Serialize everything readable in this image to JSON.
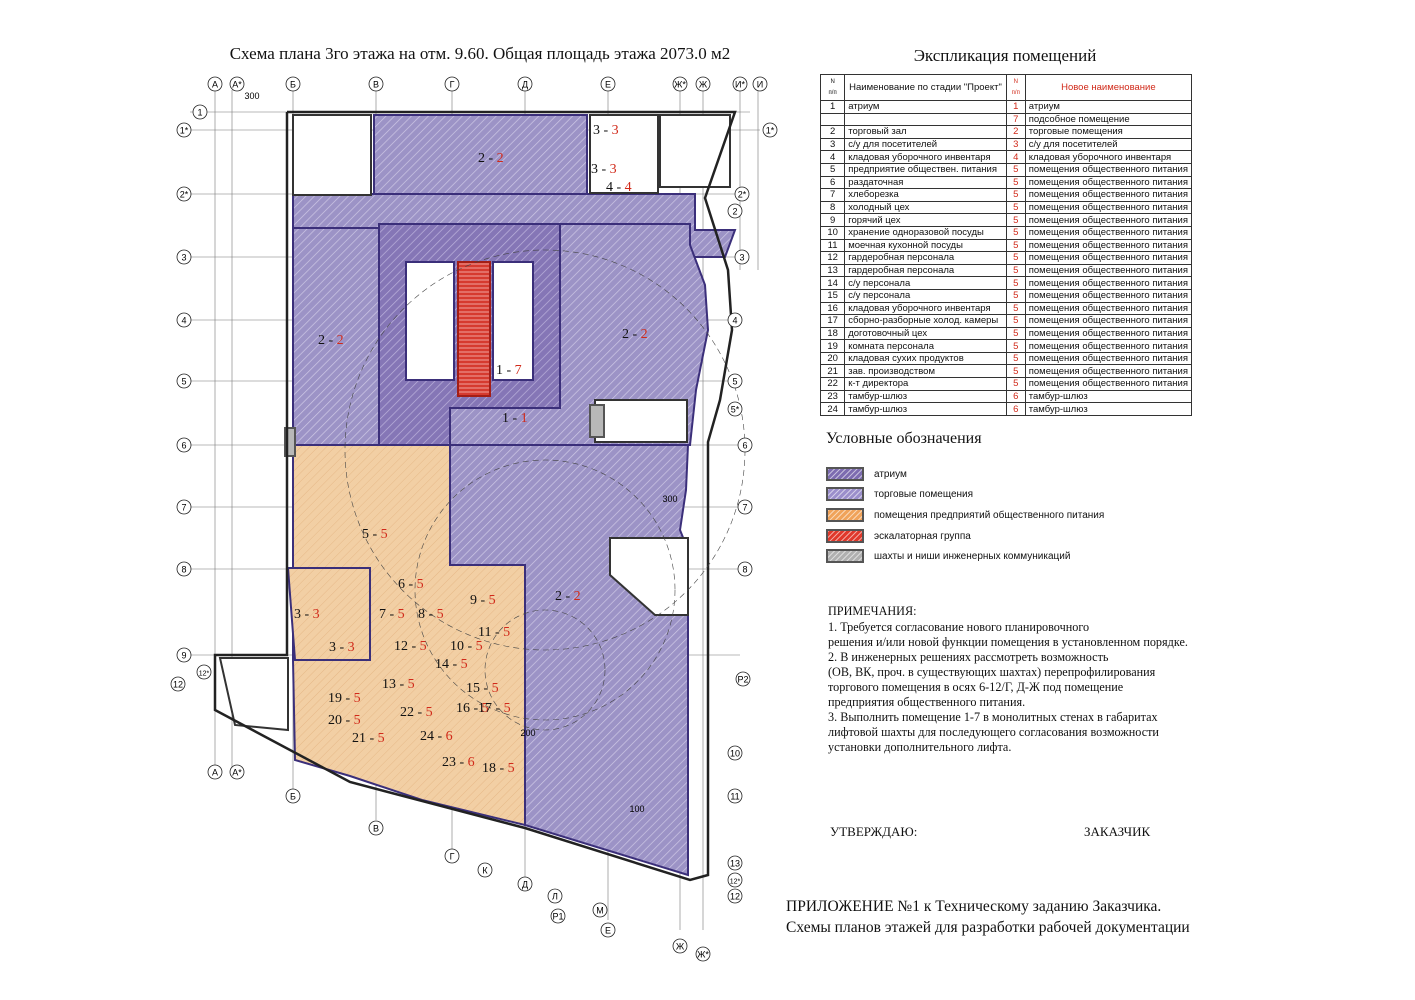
{
  "plan": {
    "title": "Схема плана 3го этажа на отм. 9.60. Общая площадь этажа 2073.0 м2",
    "axes_top": [
      "А",
      "А*",
      "Б",
      "В",
      "Г",
      "Д",
      "Е",
      "Ж*",
      "Ж",
      "И*",
      "И"
    ],
    "axes_bottom": [
      "А",
      "А*",
      "Б",
      "В",
      "Г",
      "К",
      "Д",
      "Л",
      "Р1",
      "М",
      "Е",
      "Ж",
      "Ж*"
    ],
    "axes_left": [
      "1",
      "1*",
      "2*",
      "3",
      "4",
      "5",
      "6",
      "7",
      "8",
      "9",
      "12*",
      "12"
    ],
    "axes_right": [
      "1*",
      "2*",
      "2",
      "3",
      "4",
      "5",
      "5*",
      "6",
      "7",
      "8",
      "Р2",
      "10",
      "11",
      "13",
      "12*",
      "12"
    ],
    "dims": [
      "300",
      "300",
      "200",
      "100"
    ],
    "rooms": [
      {
        "num": "2",
        "code": "2"
      },
      {
        "num": "2",
        "code": "2"
      },
      {
        "num": "2",
        "code": "2"
      },
      {
        "num": "2",
        "code": "2"
      },
      {
        "num": "1",
        "code": "7"
      },
      {
        "num": "1",
        "code": "1"
      },
      {
        "num": "3",
        "code": "3"
      },
      {
        "num": "3",
        "code": "3"
      },
      {
        "num": "4",
        "code": "4"
      },
      {
        "num": "5",
        "code": "5"
      },
      {
        "num": "6",
        "code": "5"
      },
      {
        "num": "7",
        "code": "5"
      },
      {
        "num": "8",
        "code": "5"
      },
      {
        "num": "9",
        "code": "5"
      },
      {
        "num": "10",
        "code": "5"
      },
      {
        "num": "11",
        "code": "5"
      },
      {
        "num": "12",
        "code": "5"
      },
      {
        "num": "13",
        "code": "5"
      },
      {
        "num": "14",
        "code": "5"
      },
      {
        "num": "15",
        "code": "5"
      },
      {
        "num": "16",
        "code": "5"
      },
      {
        "num": "17",
        "code": "5"
      },
      {
        "num": "18",
        "code": "5"
      },
      {
        "num": "19",
        "code": "5"
      },
      {
        "num": "20",
        "code": "5"
      },
      {
        "num": "21",
        "code": "5"
      },
      {
        "num": "22",
        "code": "5"
      },
      {
        "num": "23",
        "code": "6"
      },
      {
        "num": "24",
        "code": "6"
      },
      {
        "num": "3",
        "code": "3"
      },
      {
        "num": "3",
        "code": "3"
      }
    ],
    "colors": {
      "atrium": "#8b7fb8",
      "trade": "#9c93c6",
      "food": "#f2cfa4",
      "escalator": "#d63a2f",
      "shafts": "#b8b8b8",
      "red_text": "#d12a1a"
    }
  },
  "explication": {
    "title": "Экспликация помещений",
    "headers": {
      "num": "N",
      "num_sub": "п/п",
      "name": "Наименование по стадии \"Проект\"",
      "new_num": "N",
      "new_num_sub": "п/п",
      "new_name": "Новое наименование"
    },
    "rows": [
      {
        "n": "1",
        "name": "атриум",
        "nn": "1",
        "new": "атриум"
      },
      {
        "n": "",
        "name": "",
        "nn": "7",
        "new": "подсобное помещение"
      },
      {
        "n": "2",
        "name": "торговый зал",
        "nn": "2",
        "new": "торговые помещения"
      },
      {
        "n": "3",
        "name": "с/у для посетителей",
        "nn": "3",
        "new": "с/у для посетителей"
      },
      {
        "n": "4",
        "name": "кладовая уборочного инвентаря",
        "nn": "4",
        "new": "кладовая уборочного инвентаря"
      },
      {
        "n": "5",
        "name": "предприятие обществен. питания",
        "nn": "5",
        "new": "помещения общественного питания"
      },
      {
        "n": "6",
        "name": "раздаточная",
        "nn": "5",
        "new": "помещения общественного питания"
      },
      {
        "n": "7",
        "name": "хлеборезка",
        "nn": "5",
        "new": "помещения общественного питания"
      },
      {
        "n": "8",
        "name": "холодный цех",
        "nn": "5",
        "new": "помещения общественного питания"
      },
      {
        "n": "9",
        "name": "горячий цех",
        "nn": "5",
        "new": "помещения общественного питания"
      },
      {
        "n": "10",
        "name": "хранение одноразовой посуды",
        "nn": "5",
        "new": "помещения общественного питания"
      },
      {
        "n": "11",
        "name": "моечная кухонной посуды",
        "nn": "5",
        "new": "помещения общественного питания"
      },
      {
        "n": "12",
        "name": "гардеробная персонала",
        "nn": "5",
        "new": "помещения общественного питания"
      },
      {
        "n": "13",
        "name": "гардеробная персонала",
        "nn": "5",
        "new": "помещения общественного питания"
      },
      {
        "n": "14",
        "name": "с/у персонала",
        "nn": "5",
        "new": "помещения общественного питания"
      },
      {
        "n": "15",
        "name": "с/у персонала",
        "nn": "5",
        "new": "помещения общественного питания"
      },
      {
        "n": "16",
        "name": "кладовая уборочного инвентаря",
        "nn": "5",
        "new": "помещения общественного питания"
      },
      {
        "n": "17",
        "name": "сборно-разборные холод. камеры",
        "nn": "5",
        "new": "помещения общественного питания"
      },
      {
        "n": "18",
        "name": "доготовочный цех",
        "nn": "5",
        "new": "помещения общественного питания"
      },
      {
        "n": "19",
        "name": "комната персонала",
        "nn": "5",
        "new": "помещения общественного питания"
      },
      {
        "n": "20",
        "name": "кладовая сухих продуктов",
        "nn": "5",
        "new": "помещения общественного питания"
      },
      {
        "n": "21",
        "name": "зав. производством",
        "nn": "5",
        "new": "помещения общественного питания"
      },
      {
        "n": "22",
        "name": "к-т директора",
        "nn": "5",
        "new": "помещения общественного питания"
      },
      {
        "n": "23",
        "name": "тамбур-шлюз",
        "nn": "6",
        "new": "тамбур-шлюз"
      },
      {
        "n": "24",
        "name": "тамбур-шлюз",
        "nn": "6",
        "new": "тамбур-шлюз"
      }
    ]
  },
  "legend": {
    "title": "Условные обозначения",
    "items": [
      {
        "label": "атриум",
        "color": "#7d6cb0"
      },
      {
        "label": "торговые помещения",
        "color": "#9b8fcb"
      },
      {
        "label": "помещения предприятий общественного питания",
        "color": "#f0a35a"
      },
      {
        "label": "эскалаторная группа",
        "color": "#e0392b"
      },
      {
        "label": "шахты и ниши инженерных коммуникаций",
        "color": "#b0b0b0"
      }
    ]
  },
  "notes": {
    "title": "ПРИМЕЧАНИЯ:",
    "items": [
      "1. Требуется согласование нового планировочного",
      "решения и/или новой функции помещения в установленном порядке.",
      "2. В инженерных решениях рассмотреть возможность",
      "(ОВ, ВК, проч. в существующих шахтах) перепрофилирования",
      "торгового помещения в осях 6-12/Г, Д-Ж под помещение",
      "предприятия общественного питания.",
      "3. Выполнить помещение 1-7 в монолитных стенах в габаритах",
      "лифтовой шахты для последующего согласования возможности",
      "установки дополнительного лифта."
    ]
  },
  "approval": {
    "approve": "УТВЕРЖДАЮ:",
    "customer": "ЗАКАЗЧИК"
  },
  "appendix": {
    "line1": "ПРИЛОЖЕНИЕ №1 к Техническому заданию Заказчика.",
    "line2": "Схемы планов этажей для разработки рабочей документации"
  }
}
